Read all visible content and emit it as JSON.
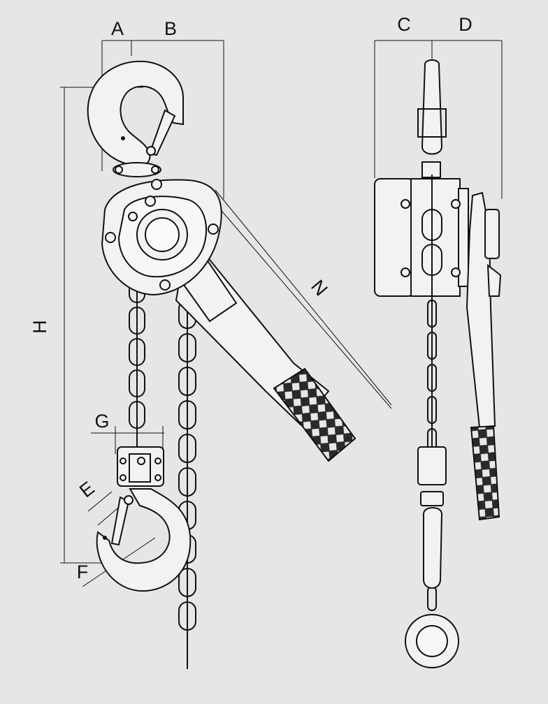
{
  "labels": {
    "A": "A",
    "B": "B",
    "C": "C",
    "D": "D",
    "E": "E",
    "F": "F",
    "G": "G",
    "H": "H",
    "N": "N"
  },
  "colors": {
    "background": "#e6e6e6",
    "body_fill": "#f2f2f2",
    "line": "#111111",
    "grip": "#2a2a2a"
  },
  "views": [
    "front-view",
    "side-view"
  ],
  "icons": [
    "upper-hook",
    "lower-hook",
    "load-chain",
    "hand-lever",
    "lever-grip",
    "hoist-body"
  ]
}
